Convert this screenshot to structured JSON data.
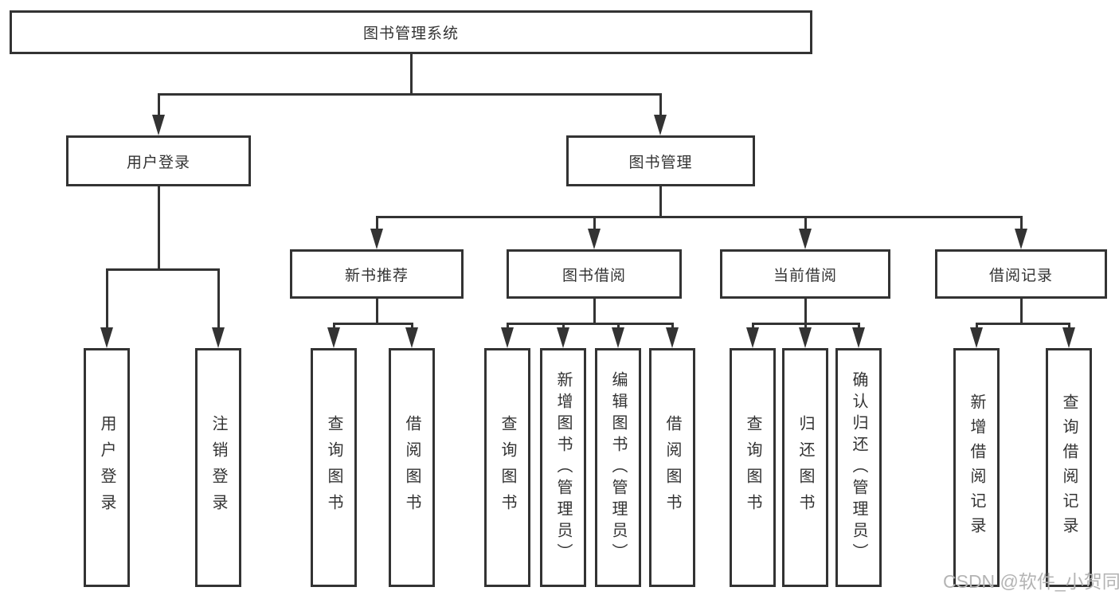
{
  "watermark": "CSDN @软件_小贺同学",
  "colors": {
    "line": "#333333",
    "box_background": "#ffffff",
    "text": "#333333",
    "watermark": "#b4b4b4"
  },
  "tree": {
    "root": {
      "label": "图书管理系统"
    },
    "branches": [
      {
        "label": "用户登录",
        "children": [
          {
            "label": "用户登录"
          },
          {
            "label": "注销登录"
          }
        ]
      },
      {
        "label": "图书管理",
        "children": [
          {
            "label": "新书推荐",
            "children": [
              {
                "label": "查询图书"
              },
              {
                "label": "借阅图书"
              }
            ]
          },
          {
            "label": "图书借阅",
            "children": [
              {
                "label": "查询图书"
              },
              {
                "label": "新增图书（管理员）"
              },
              {
                "label": "编辑图书（管理员）"
              },
              {
                "label": "借阅图书"
              }
            ]
          },
          {
            "label": "当前借阅",
            "children": [
              {
                "label": "查询图书"
              },
              {
                "label": "归还图书"
              },
              {
                "label": "确认归还（管理员）"
              }
            ]
          },
          {
            "label": "借阅记录",
            "children": [
              {
                "label": "新增借阅记录"
              },
              {
                "label": "查询借阅记录"
              }
            ]
          }
        ]
      }
    ]
  }
}
